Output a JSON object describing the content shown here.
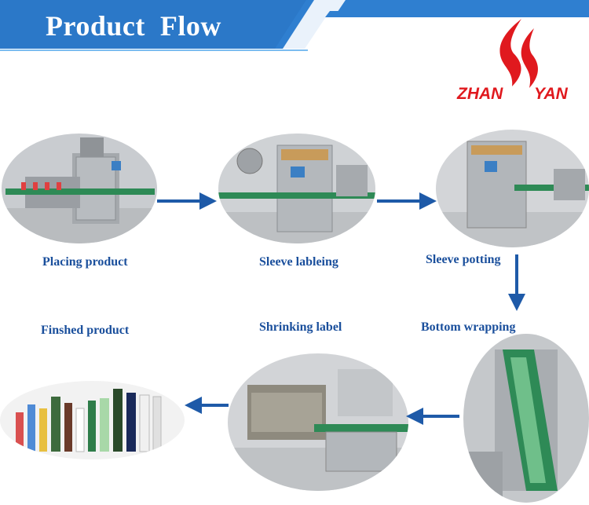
{
  "header": {
    "title": "Product  Flow",
    "colors": {
      "banner": "#2f7fd0",
      "banner_dark": "#1f5fb0",
      "accent": "#7cbcf0"
    }
  },
  "logo": {
    "left_text": "ZHAN",
    "right_text": "YAN",
    "color": "#e0191e",
    "icon": "flame-icon"
  },
  "steps": [
    {
      "label": "Placing product"
    },
    {
      "label": "Sleeve lableing"
    },
    {
      "label": "Sleeve potting"
    },
    {
      "label": "Bottom wrapping"
    },
    {
      "label": "Shrinking label"
    },
    {
      "label": "Finshed product"
    }
  ],
  "arrow_color": "#1e5aa8"
}
